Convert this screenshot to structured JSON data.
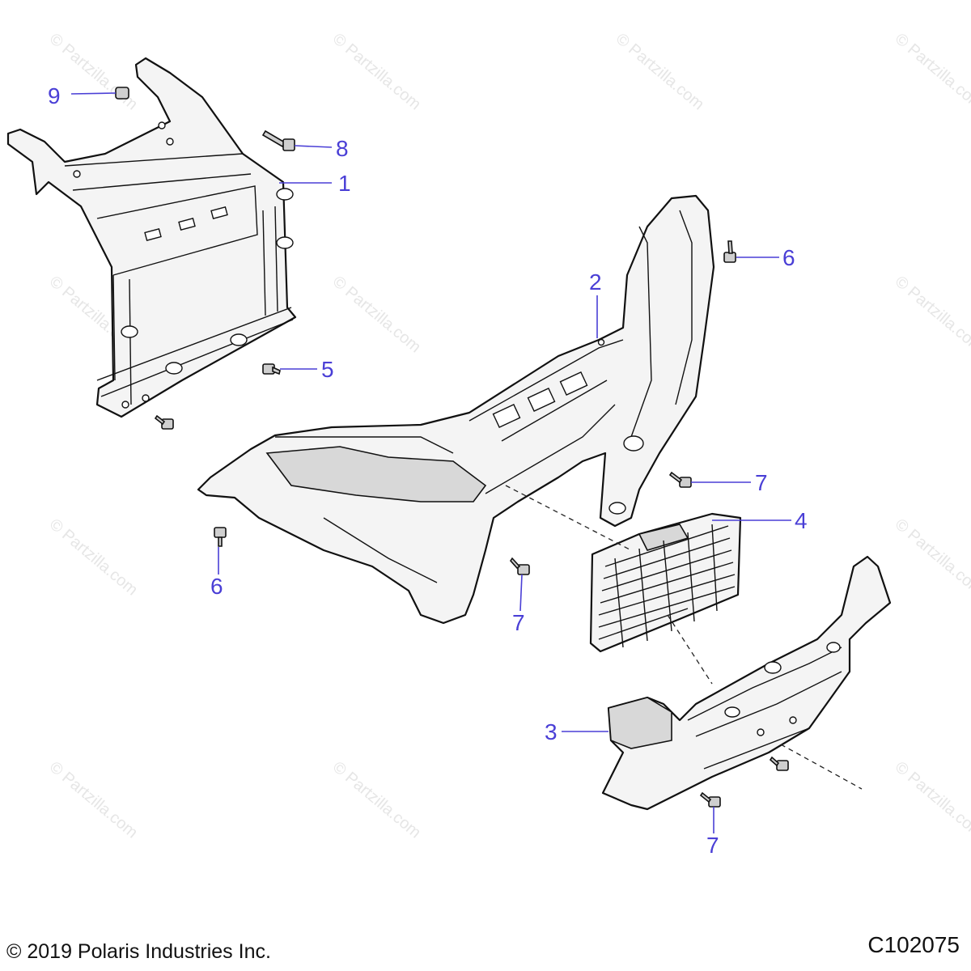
{
  "callouts": [
    "1",
    "2",
    "3",
    "4",
    "5",
    "6",
    "6",
    "7",
    "7",
    "7",
    "8",
    "9"
  ],
  "watermark": "© Partzilla.com",
  "footer": {
    "copyright": "© 2019 Polaris Industries Inc.",
    "diagram_code": "C102075"
  },
  "colors": {
    "callout": "#4a3fd6",
    "line": "#111111",
    "part_fill": "#f4f4f4"
  }
}
